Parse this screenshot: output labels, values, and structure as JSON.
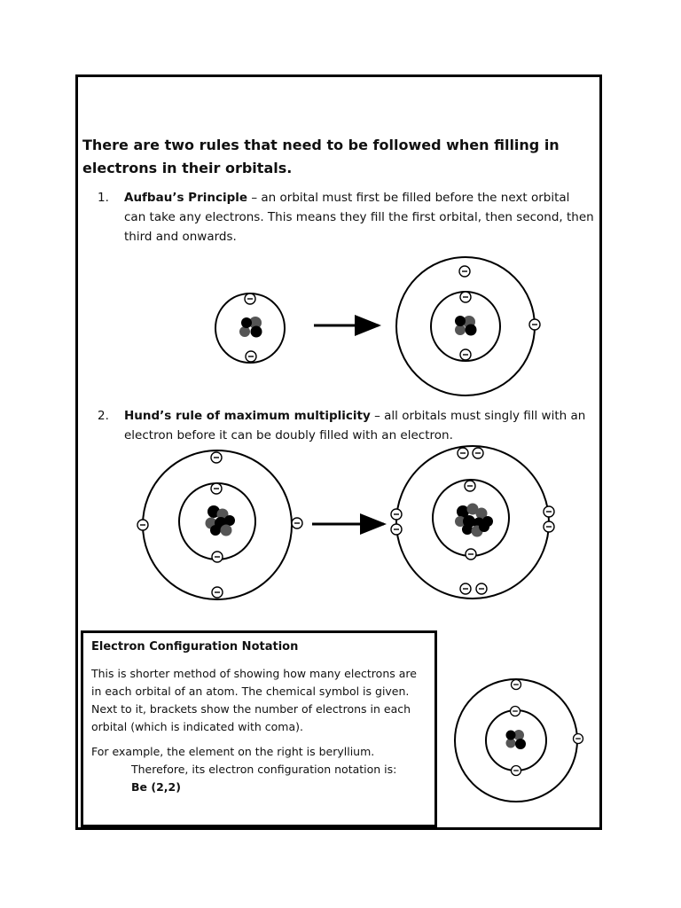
{
  "heading": "There are two rules that need to be followed when filling in electrons in their orbitals.",
  "rules": [
    {
      "number": "1.",
      "name": "Aufbau’s Principle",
      "description": " – an orbital must first be filled before the next orbital can take any electrons. This means they fill the first orbital, then second, then third and onwards."
    },
    {
      "number": "2.",
      "name": "Hund’s rule of maximum multiplicity",
      "description": " – all orbitals must singly fill with an electron before it can be doubly filled with an electron."
    }
  ],
  "notation": {
    "title": "Electron Configuration Notation",
    "paragraph1": "This is shorter method of showing how many electrons are in each orbital of an atom. The chemical symbol is given. Next to it, brackets show the number of electrons in each orbital (which is indicated with coma).",
    "paragraph2": "For example, the element on the right is beryllium.",
    "paragraph3": "Therefore, its electron configuration notation is:",
    "answer": "Be (2,2)"
  },
  "electron_symbol": "−",
  "colors": {
    "border": "#000000",
    "nucleus_dark": "#000000",
    "nucleus_gray": "#555555",
    "text": "#111111"
  }
}
